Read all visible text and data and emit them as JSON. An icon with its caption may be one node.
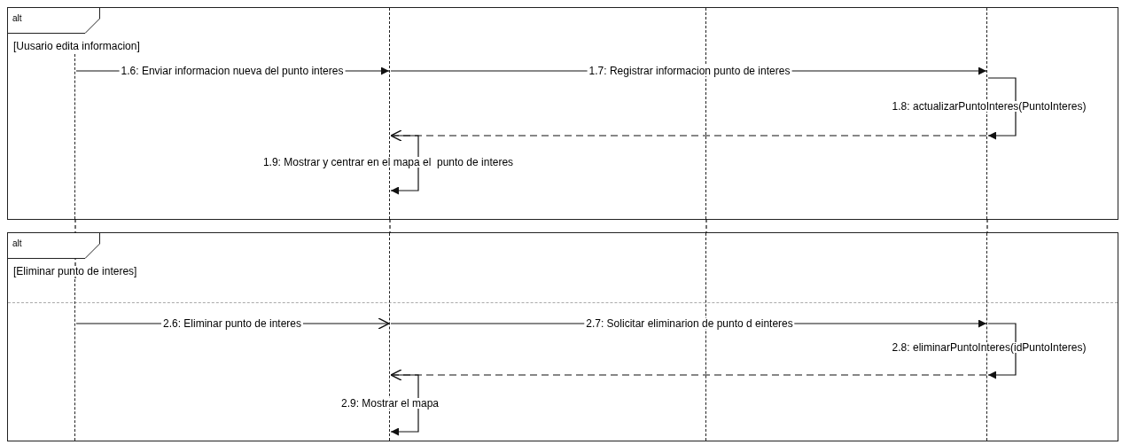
{
  "diagram": {
    "nodes": [
      {
        "text": [
          "alt",
          "[Uusario edita informacion]"
        ]
      },
      {
        "text": [],
        "shape": "line",
        "in": 0
      },
      {
        "text": [],
        "shape": "line",
        "in": 0
      },
      {
        "text": [],
        "shape": "line",
        "in": 0
      },
      {
        "text": [],
        "shape": "line",
        "in": 0
      },
      {
        "text": [
          "alt",
          "[Eliminar punto de interes]"
        ]
      },
      {
        "text": [],
        "shape": "line",
        "in": 5
      },
      {
        "text": [],
        "shape": "line",
        "in": 5
      },
      {
        "text": [],
        "shape": "line",
        "in": 5
      },
      {
        "text": [],
        "shape": "line",
        "in": 5
      }
    ],
    "edges": [
      {
        "from": 1,
        "to": 2,
        "arrow": "to",
        "label": "1.6: Enviar informacion nueva del punto interes"
      },
      {
        "from": 2,
        "to": 4,
        "arrow": "to",
        "label": "1.7: Registrar informacion punto de interes"
      },
      {
        "from": 4,
        "to": 4,
        "arrow": "to",
        "label": "1.8: actualizarPuntoInteres(PuntoInteres)"
      },
      {
        "from": 4,
        "to": 2,
        "arrow": "to",
        "style": "dashed"
      },
      {
        "from": 2,
        "to": 2,
        "arrow": "to",
        "label": "1.9: Mostrar y centrar en el mapa el  punto de interes"
      },
      {
        "from": 6,
        "to": 7,
        "arrow": "to",
        "label": "2.6: Eliminar punto de interes"
      },
      {
        "from": 7,
        "to": 9,
        "arrow": "to",
        "label": "2.7: Solicitar eliminarion de punto d einteres"
      },
      {
        "from": 9,
        "to": 9,
        "arrow": "to",
        "label": "2.8: eliminarPuntoInteres(idPuntoInteres)"
      },
      {
        "from": 9,
        "to": 7,
        "arrow": "to",
        "style": "dashed"
      },
      {
        "from": 7,
        "to": 7,
        "arrow": "to",
        "label": "2.9: Mostrar el mapa"
      },
      {
        "from": 1,
        "to": 6,
        "arrow": "none",
        "style": "dashed"
      },
      {
        "from": 2,
        "to": 7,
        "arrow": "none",
        "style": "dashed"
      },
      {
        "from": 3,
        "to": 8,
        "arrow": "none",
        "style": "dashed"
      },
      {
        "from": 4,
        "to": 9,
        "arrow": "none",
        "style": "dashed"
      }
    ]
  }
}
